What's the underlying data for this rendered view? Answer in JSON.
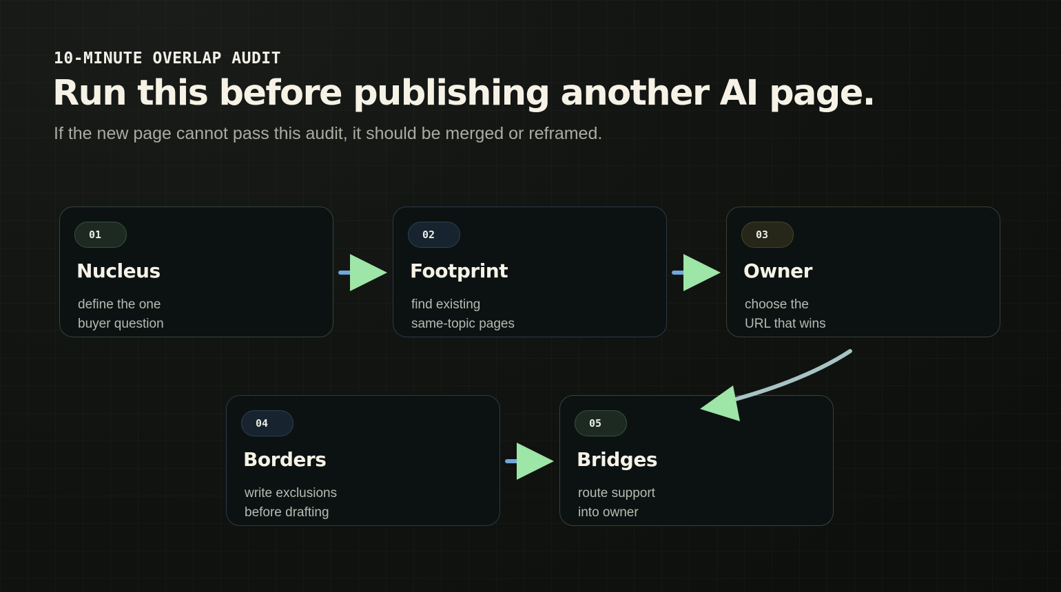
{
  "header": {
    "eyebrow": "10-MINUTE OVERLAP AUDIT",
    "title": "Run this before publishing another AI page.",
    "subtitle": "If the new page cannot pass this audit, it should be merged or reframed."
  },
  "steps": [
    {
      "number": "01",
      "title": "Nucleus",
      "desc_line1": "define the one",
      "desc_line2": "buyer question",
      "accent": "#3a4f40"
    },
    {
      "number": "02",
      "title": "Footprint",
      "desc_line1": "find existing",
      "desc_line2": "same-topic pages",
      "accent": "#2e4152"
    },
    {
      "number": "03",
      "title": "Owner",
      "desc_line1": "choose the",
      "desc_line2": "URL that wins",
      "accent": "#45452e"
    },
    {
      "number": "04",
      "title": "Borders",
      "desc_line1": "write exclusions",
      "desc_line2": "before drafting",
      "accent": "#2e4152"
    },
    {
      "number": "05",
      "title": "Bridges",
      "desc_line1": "route support",
      "desc_line2": "into owner",
      "accent": "#3a4f40"
    }
  ],
  "colors": {
    "arrow_head": "#9ee5a8",
    "arrow_shaft": "#6fa7d8",
    "curve": "#a7c3c3"
  }
}
